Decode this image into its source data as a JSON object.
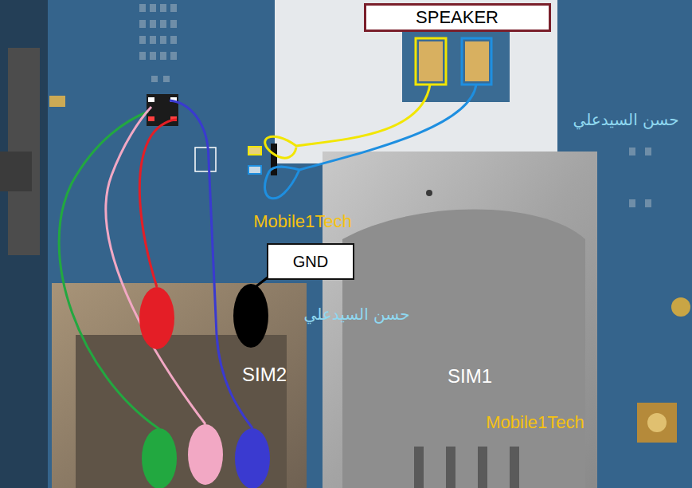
{
  "diagram": {
    "nodes": [
      {
        "text": [
          "SPEAKER"
        ]
      },
      {
        "text": [
          "GND"
        ]
      }
    ],
    "labels": [
      "حسن السيدعلي",
      "Mobile1Tech",
      "حسن السيدعلي",
      "SIM2",
      "SIM1",
      "Mobile1Tech"
    ]
  }
}
